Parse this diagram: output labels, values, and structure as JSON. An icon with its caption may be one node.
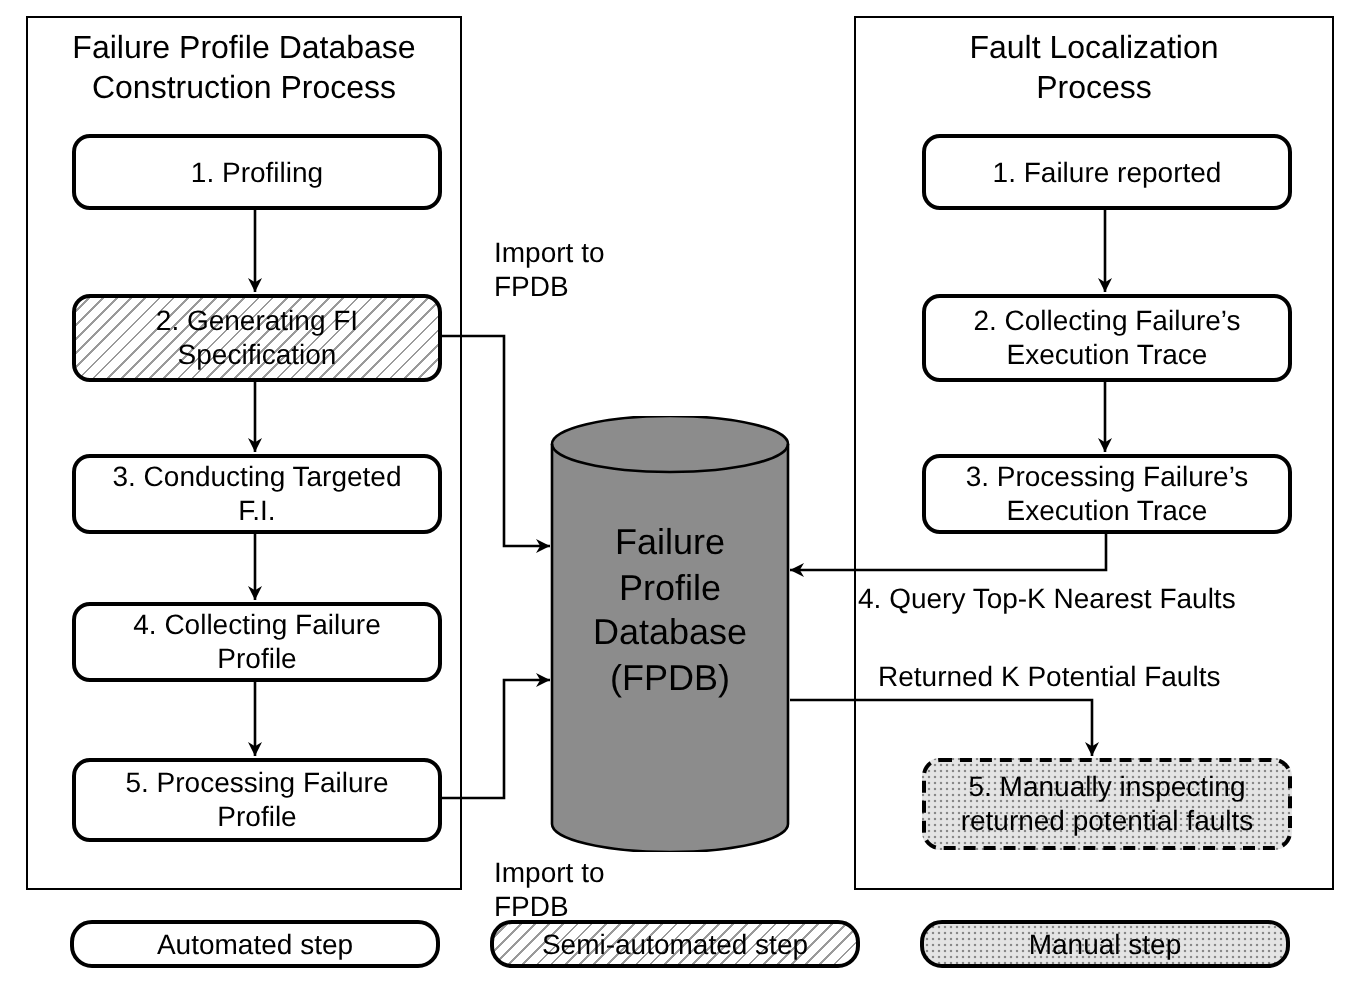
{
  "diagram": {
    "nodes": [
      {
        "text": [
          "Failure Profile Database Construction Process"
        ]
      },
      {
        "text": [
          "1. Profiling"
        ],
        "in": 0
      },
      {
        "text": [
          "2. Generating FI Specification"
        ],
        "in": 0
      },
      {
        "text": [
          "3. Conducting Targeted F.I."
        ],
        "in": 0
      },
      {
        "text": [
          "4. Collecting Failure Profile"
        ],
        "in": 0
      },
      {
        "text": [
          "5. Processing Failure Profile"
        ],
        "in": 0
      },
      {
        "text": [
          "Fault Localization Process"
        ]
      },
      {
        "text": [
          "1. Failure reported"
        ],
        "in": 6
      },
      {
        "text": [
          "2. Collecting Failure’s Execution Trace"
        ],
        "in": 6
      },
      {
        "text": [
          "3. Processing Failure’s Execution Trace"
        ],
        "in": 6
      },
      {
        "text": [
          "5. Manually inspecting returned potential faults"
        ],
        "in": 6
      },
      {
        "text": [
          "Failure Profile Database (FPDB)"
        ]
      }
    ],
    "edges": [
      {
        "from": 1,
        "to": 2,
        "arrow": "to"
      },
      {
        "from": 2,
        "to": 3,
        "arrow": "to"
      },
      {
        "from": 3,
        "to": 4,
        "arrow": "to"
      },
      {
        "from": 4,
        "to": 5,
        "arrow": "to"
      },
      {
        "from": 2,
        "to": 11,
        "arrow": "to",
        "label": "Import to FPDB"
      },
      {
        "from": 5,
        "to": 11,
        "arrow": "to",
        "label": "Import to FPDB"
      },
      {
        "from": 7,
        "to": 8,
        "arrow": "to"
      },
      {
        "from": 8,
        "to": 9,
        "arrow": "to"
      },
      {
        "from": 9,
        "to": 11,
        "arrow": "to",
        "label": "4. Query Top-K Nearest Faults"
      },
      {
        "from": 11,
        "to": 10,
        "arrow": "to",
        "label": "Returned K Potential Faults"
      }
    ],
    "legend": [
      {
        "text": "Automated step"
      },
      {
        "text": "Semi-automated step"
      },
      {
        "text": "Manual step"
      }
    ]
  }
}
